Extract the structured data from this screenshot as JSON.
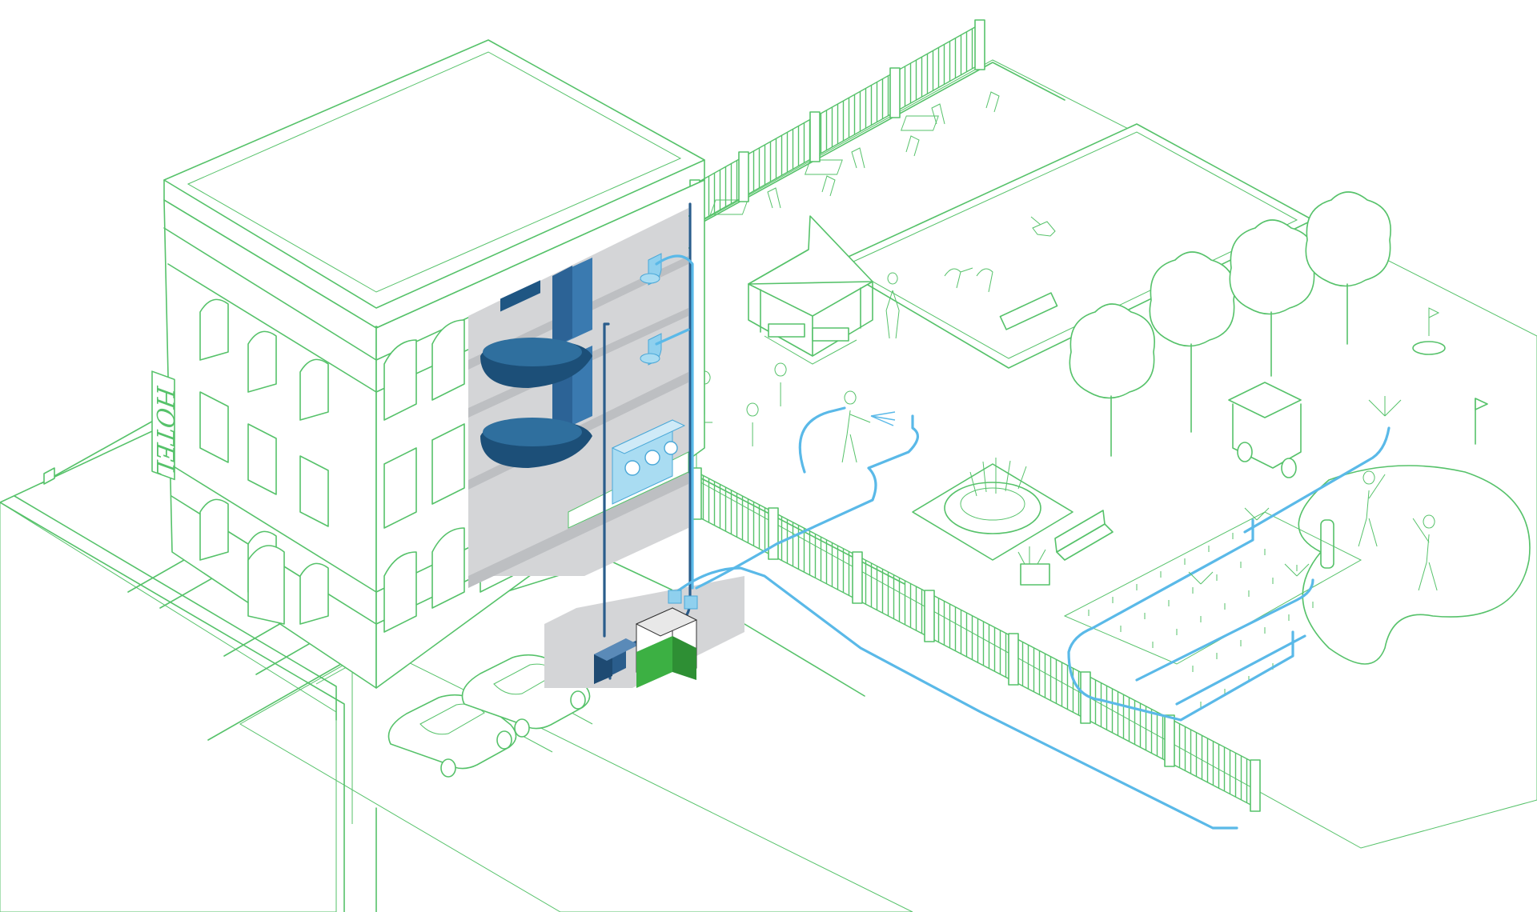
{
  "diagram": {
    "sign_text": "HOTEL",
    "colors": {
      "line_art": "#56c26a",
      "supply_pipe": "#5ab9e8",
      "fixture_blue": "#2f6f9e",
      "fixture_dark": "#1c4f78",
      "interior_wall": "#d4d5d7",
      "treatment_unit_green": "#3cb043",
      "tank_dark": "#2a5d8c"
    },
    "elements": [
      "hotel-building",
      "cutaway-bathrooms",
      "washing-machines",
      "water-treatment-unit",
      "reuse-pipe-network",
      "garden-courtyard",
      "pool",
      "gazebo",
      "fountain",
      "irrigation-field",
      "golf-green",
      "parking-lot"
    ]
  }
}
